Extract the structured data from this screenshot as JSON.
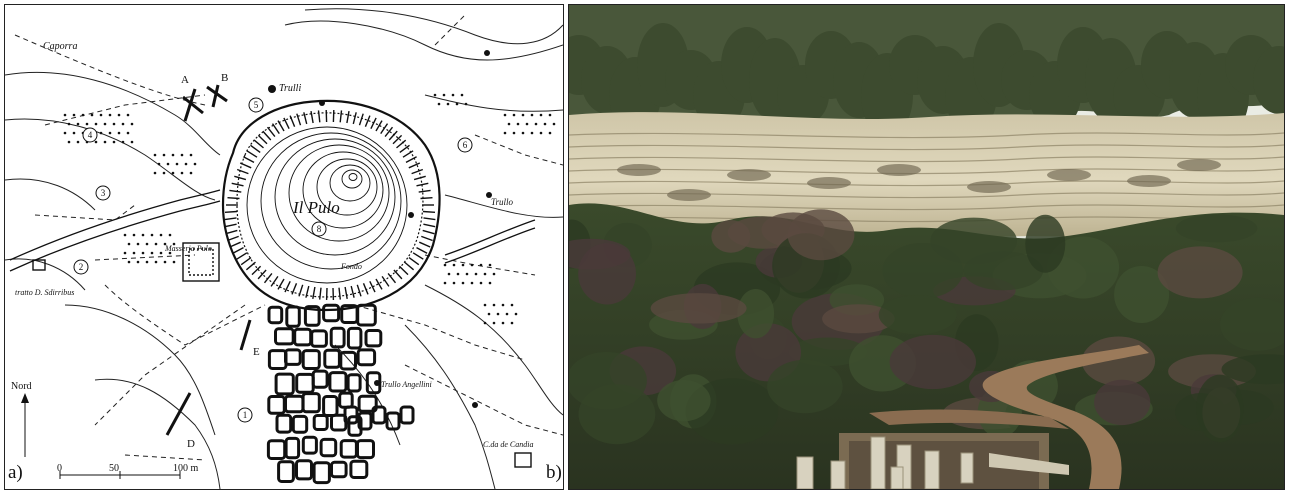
{
  "panels": {
    "a": {
      "letter": "a)"
    },
    "b": {
      "letter": "b)"
    }
  },
  "map": {
    "site_label": "Il Pulo",
    "north_label": "Nord",
    "scale": {
      "start": "0",
      "mid": "50",
      "end": "100 m"
    },
    "section_letters": [
      "A",
      "B",
      "D",
      "E"
    ],
    "zone_numbers": [
      "1",
      "2",
      "3",
      "4",
      "5",
      "6",
      "8"
    ],
    "place_labels": {
      "top_left": "Caporra",
      "trulli_top": "Trulli",
      "trulli_right": "Trullo",
      "trullo_bottom": "Trullo Angellini",
      "cda_candia": "C.da de Candia",
      "masseria": "Masseria Pulo",
      "fondo": "Fondo",
      "left_edge": "tratto D. Sdirribus"
    }
  },
  "photo": {
    "subject": "karst-doline-cliff-photo"
  },
  "colors": {
    "ink": "#111111",
    "rock_light": "#d9cfb2",
    "vegetation_dark": "#2f3a22",
    "sky": "#e9ece6",
    "path": "#9b7a5a"
  }
}
